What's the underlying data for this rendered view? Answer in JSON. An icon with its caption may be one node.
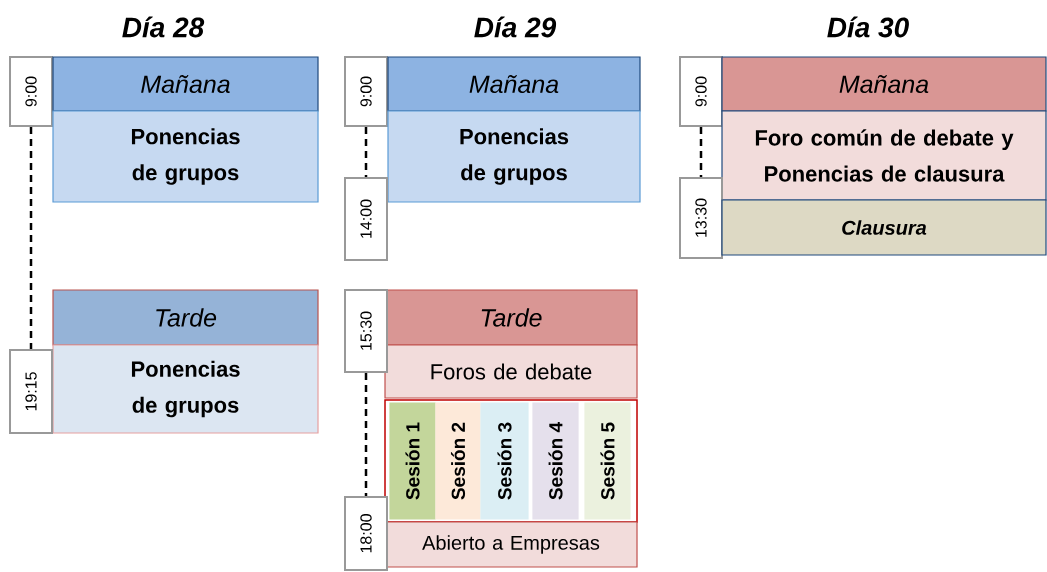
{
  "diagram": {
    "nodes": [
      {
        "text": [
          "9:00"
        ]
      },
      {
        "text": [
          "Mañana"
        ]
      },
      {
        "text": [
          "Ponencias de grupos"
        ]
      },
      {
        "text": [
          "Tarde"
        ]
      },
      {
        "text": [
          "Ponencias de grupos"
        ]
      },
      {
        "text": [
          "19:15"
        ]
      },
      {
        "text": [
          "9:00"
        ]
      },
      {
        "text": [
          "Mañana"
        ]
      },
      {
        "text": [
          "Ponencias de grupos"
        ]
      },
      {
        "text": [
          "14:00"
        ]
      },
      {
        "text": [
          "Tarde"
        ]
      },
      {
        "text": [
          "Foros de debate"
        ]
      },
      {
        "text": [],
        "shape": "box"
      },
      {
        "text": [
          "Sesión 1"
        ],
        "in": 12
      },
      {
        "text": [
          "Sesión 2"
        ],
        "in": 12
      },
      {
        "text": [
          "Sesión 3"
        ],
        "in": 12
      },
      {
        "text": [
          "Sesión 4"
        ],
        "in": 12
      },
      {
        "text": [
          "Sesión 5"
        ],
        "in": 12
      },
      {
        "text": [
          "Abierto a Empresas"
        ]
      },
      {
        "text": [
          "15:30"
        ]
      },
      {
        "text": [
          "18:00"
        ]
      },
      {
        "text": [
          "9:00"
        ]
      },
      {
        "text": [
          "Mañana"
        ]
      },
      {
        "text": [
          "Foro común de debate y Ponencias de clausura"
        ]
      },
      {
        "text": [
          "13:30"
        ]
      },
      {
        "text": [
          "Clausura"
        ]
      }
    ],
    "edges": [
      {
        "from": 0,
        "to": 5,
        "arrow": "none",
        "style": "dashed"
      },
      {
        "from": 6,
        "to": 9,
        "arrow": "none",
        "style": "dashed"
      },
      {
        "from": 19,
        "to": 20,
        "arrow": "none",
        "style": "dashed"
      },
      {
        "from": 21,
        "to": 24,
        "arrow": "none",
        "style": "dashed"
      }
    ],
    "labels": [
      "Día 28",
      "Día 29",
      "Día 30"
    ]
  }
}
